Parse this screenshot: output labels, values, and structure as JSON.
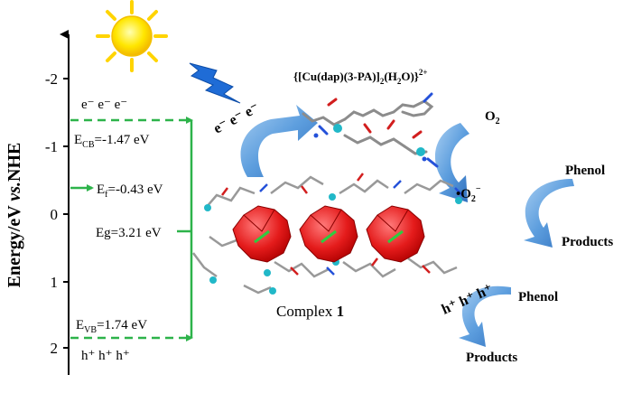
{
  "axis": {
    "title_main": "Energy/eV ",
    "title_italic": "vs.",
    "title_tail": "NHE",
    "ticks": [
      "-2",
      "-1",
      "0",
      "1",
      "2"
    ]
  },
  "levels": {
    "cb_electrons": "e⁻ e⁻ e⁻",
    "ecb": {
      "sym": "E",
      "sub": "CB",
      "text": "=-1.47 eV"
    },
    "ef": {
      "sym": "E",
      "sub": "f",
      "text": "=-0.43 eV"
    },
    "eg": "Eg=3.21 eV",
    "evb": {
      "sym": "E",
      "sub": "VB",
      "text": "=1.74 eV"
    },
    "vb_holes": "h⁺ h⁺ h⁺"
  },
  "diagram": {
    "electrons_transfer": "e⁻ e⁻ e⁻",
    "formula": {
      "open": "{[Cu(dap)(3-PA)]",
      "sub1": "2",
      "mid": "(H",
      "sub2": "2",
      "close": "O)}",
      "sup": "2+"
    },
    "complex_label": "Complex ",
    "complex_number": "1",
    "o2": {
      "base": "O",
      "sub": "2"
    },
    "superoxide": {
      "base": "•O",
      "sub": "2",
      "sup": "−"
    },
    "phenol_top": "Phenol",
    "products_top": "Products",
    "holes": "h⁺ h⁺ h⁺",
    "phenol_bottom": "Phenol",
    "products_bottom": "Products"
  }
}
